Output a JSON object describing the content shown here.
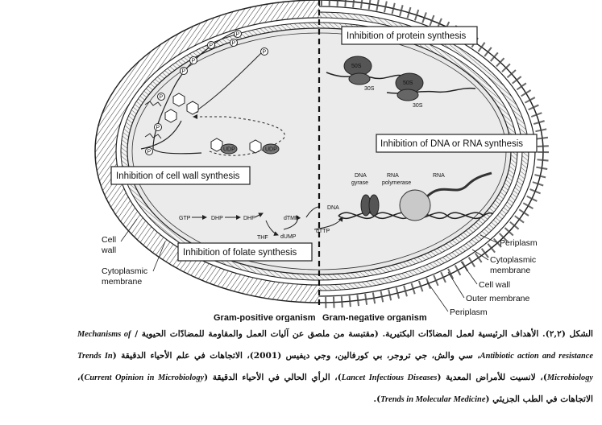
{
  "boxes": {
    "protein": "Inhibition of protein synthesis",
    "dna_rna": "Inhibition of DNA or RNA synthesis",
    "cell_wall": "Inhibition of cell wall synthesis",
    "folate": "Inhibition of folate synthesis"
  },
  "left_labels": {
    "cell_wall_1": "Cell",
    "cell_wall_2": "wall",
    "cyto_1": "Cytoplasmic",
    "cyto_2": "membrane"
  },
  "right_labels": {
    "periplasm_top": "Periplasm",
    "cyto_1": "Cytoplasmic",
    "cyto_2": "membrane",
    "cell_wall": "Cell wall",
    "outer_membrane": "Outer membrane",
    "periplasm_bottom": "Periplasm"
  },
  "organisms": {
    "gram_positive": "Gram-positive organism",
    "gram_negative": "Gram-negative organism"
  },
  "ribosome": {
    "large": "50S",
    "small": "30S"
  },
  "molecules": {
    "dna_gyrase_1": "DNA",
    "dna_gyrase_2": "gyrase",
    "rna_pol_1": "RNA",
    "rna_pol_2": "polymerase",
    "rna": "RNA",
    "dna": "DNA",
    "udp": "UDP",
    "p": "P"
  },
  "folate_path": {
    "gtp": "GTP",
    "dhp": "DHP",
    "dhf": "DHF",
    "thf": "THF",
    "dtmp": "dTMP",
    "dump": "dUMP",
    "dttp": "dTTP"
  },
  "caption": {
    "part1": "الشكل (٢,٢). الأهداف الرئيسية لعمل المضادّات البكتيرية. (مقتبسة من ملصق عن آليات العمل والمقاومة للمضادّات الحيوية /",
    "en1": "Mechanisms of",
    "en2": "Antibiotic action and resistance",
    "part2": "، سي والش، جي تروجر، بي كورفالين، وجي ديفيس (2001)، الاتجاهات في علم الأحياء الدقيقة",
    "en3": "Trends In Microbiology",
    "part3": "، لانسيت للأمراض المعدية",
    "en4": "Lancet Infectious Diseases",
    "part4": "، الرأي الحالي في الأحياء الدقيقة",
    "en5": "Current Opinion in Microbiology",
    "part5": "، الاتجاهات في الطب الجزيئي",
    "en6": "Trends in Molecular Medicine",
    "part6": "."
  }
}
